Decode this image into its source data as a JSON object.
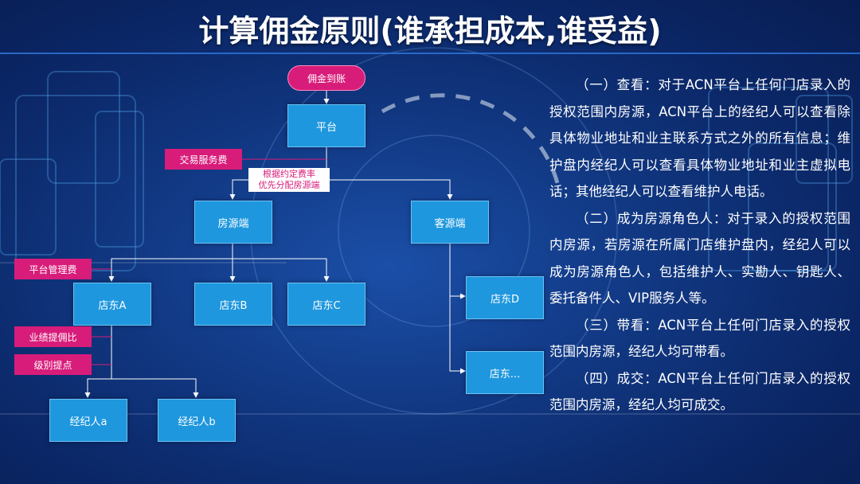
{
  "title": "计算佣金原则(谁承担成本,谁受益)",
  "diagram": {
    "top_pill": "佣金到账",
    "platform": "平台",
    "listing_side": "房源端",
    "client_side": "客源端",
    "stores": [
      "店东A",
      "店东B",
      "店东C",
      "店东D",
      "店东..."
    ],
    "agents": [
      "经纪人a",
      "经纪人b"
    ],
    "tags": {
      "transaction_fee": "交易服务费",
      "platform_mgmt_fee": "平台管理费",
      "performance_ratio": "业绩提佣比",
      "level_bonus": "级别提点"
    },
    "note_lines": [
      "根据约定费率",
      "优先分配房源端"
    ]
  },
  "paragraphs": [
    "（一）查看：对于ACN平台上任何门店录入的授权范围内房源，ACN平台上的经纪人可以查看除具体物业地址和业主联系方式之外的所有信息；维护盘内经纪人可以查看具体物业地址和业主虚拟电话；其他经纪人可以查看维护人电话。",
    "（二）成为房源角色人：对于录入的授权范围内房源，若房源在所属门店维护盘内，经纪人可以成为房源角色人，包括维护人、实勘人、钥匙人、委托备件人、VIP服务人等。",
    "（三）带看：ACN平台上任何门店录入的授权范围内房源，经纪人均可带看。",
    "（四）成交：ACN平台上任何门店录入的授权范围内房源，经纪人均可成交。"
  ],
  "colors": {
    "node": "#1e97de",
    "tag": "#d81c7a",
    "background": "#0b2767"
  }
}
